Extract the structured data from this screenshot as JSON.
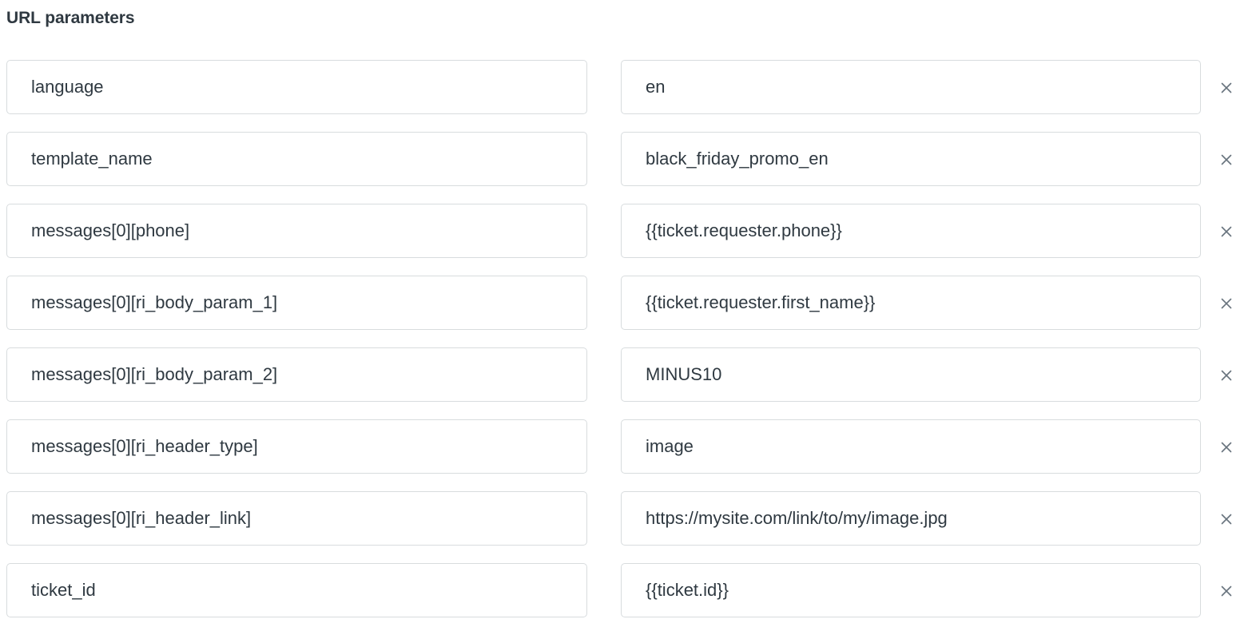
{
  "section": {
    "title": "URL parameters"
  },
  "colors": {
    "text": "#2f3941",
    "border": "#d8dcde",
    "icon": "#68737d",
    "background": "#ffffff"
  },
  "icons": {
    "remove": "close-icon"
  },
  "parameters": [
    {
      "key": "language",
      "value": "en",
      "remove_label": "×"
    },
    {
      "key": "template_name",
      "value": "black_friday_promo_en",
      "remove_label": "×"
    },
    {
      "key": "messages[0][phone]",
      "value": "{{ticket.requester.phone}}",
      "remove_label": "×"
    },
    {
      "key": "messages[0][ri_body_param_1]",
      "value": "{{ticket.requester.first_name}}",
      "remove_label": "×"
    },
    {
      "key": "messages[0][ri_body_param_2]",
      "value": "MINUS10",
      "remove_label": "×"
    },
    {
      "key": "messages[0][ri_header_type]",
      "value": "image",
      "remove_label": "×"
    },
    {
      "key": "messages[0][ri_header_link]",
      "value": "https://mysite.com/link/to/my/image.jpg",
      "remove_label": "×"
    },
    {
      "key": "ticket_id",
      "value": "{{ticket.id}}",
      "remove_label": "×"
    }
  ]
}
